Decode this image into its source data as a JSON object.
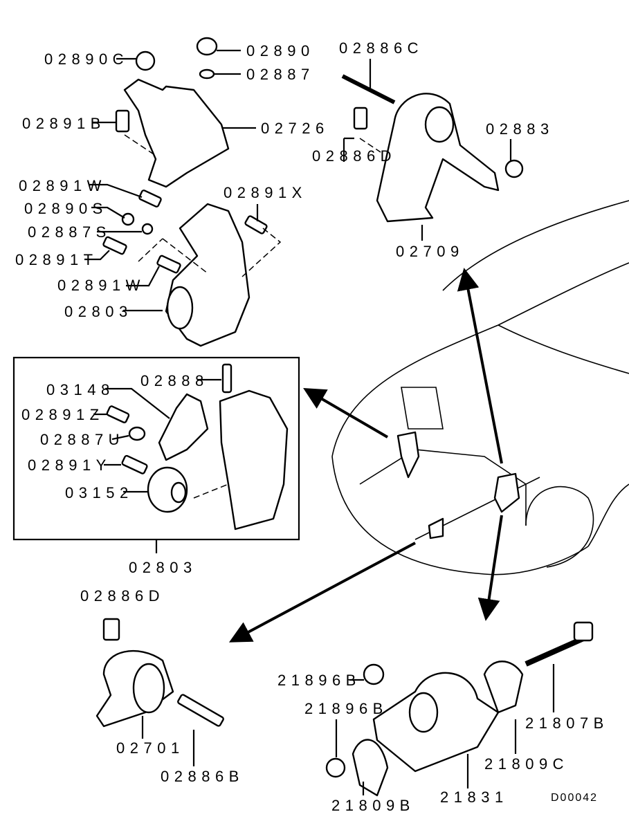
{
  "diagram": {
    "code": "D00042",
    "labels": {
      "l02890C": "02890C",
      "l02890": "02890",
      "l02887": "02887",
      "l02886C": "02886C",
      "l02891B": "02891B",
      "l02726": "02726",
      "l02883": "02883",
      "l02886D_top": "02886D",
      "l02891W_a": "02891W",
      "l02891X": "02891X",
      "l02890S": "02890S",
      "l02887S": "02887S",
      "l02891T": "02891T",
      "l02709": "02709",
      "l02891W_b": "02891W",
      "l02803_top": "02803",
      "l03148": "03148",
      "l02888": "02888",
      "l02891Z": "02891Z",
      "l02887U": "02887U",
      "l02891Y": "02891Y",
      "l03152": "03152",
      "l02803_box": "02803",
      "l02886D_bottom": "02886D",
      "l21896B_a": "21896B",
      "l21896B_b": "21896B",
      "l21807B": "21807B",
      "l02701": "02701",
      "l21809C": "21809C",
      "l02886B": "02886B",
      "l21831": "21831",
      "l21809B": "21809B"
    }
  }
}
